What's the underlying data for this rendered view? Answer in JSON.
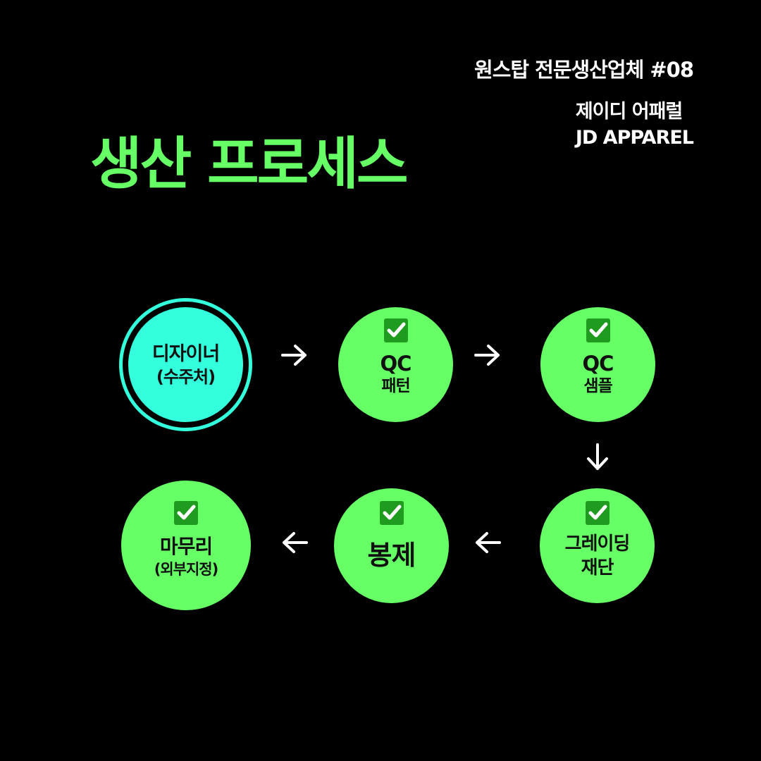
{
  "header": {
    "series": "원스탑 전문생산업체 #08",
    "company_ko": "제이디 어패럴",
    "company_en": "JD APPAREL"
  },
  "title": "생산 프로세스",
  "colors": {
    "background": "#000000",
    "accent_green": "#66ff66",
    "start_cyan": "#33ffdd",
    "check_green": "#1f9b1f",
    "arrow": "#ffffff"
  },
  "steps": [
    {
      "line1": "디자이너",
      "line2": "(수주처)",
      "checked": false,
      "icon": "none"
    },
    {
      "line1": "QC",
      "line2": "패턴",
      "checked": true,
      "icon": "checkbox-icon"
    },
    {
      "line1": "QC",
      "line2": "샘플",
      "checked": true,
      "icon": "checkbox-icon"
    },
    {
      "line1": "그레이딩",
      "line2": "재단",
      "checked": true,
      "icon": "checkbox-icon"
    },
    {
      "line1": "봉제",
      "line2": "",
      "checked": true,
      "icon": "checkbox-icon"
    },
    {
      "line1": "마무리",
      "line2": "(외부지정)",
      "checked": true,
      "icon": "checkbox-icon"
    }
  ],
  "arrows": [
    "arrow-right-icon",
    "arrow-right-icon",
    "arrow-down-icon",
    "arrow-left-icon",
    "arrow-left-icon"
  ]
}
